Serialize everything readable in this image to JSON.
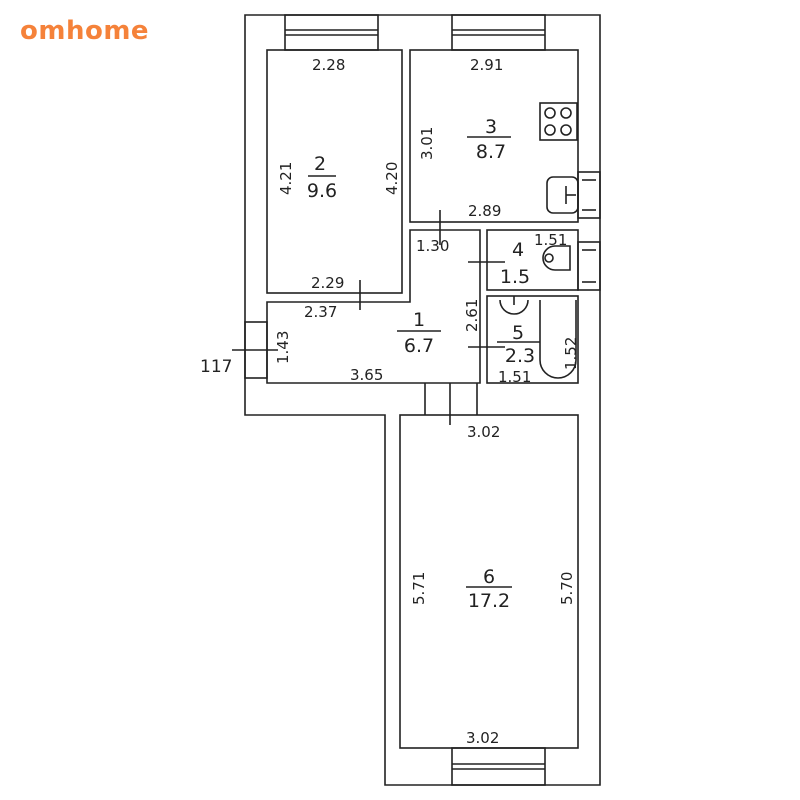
{
  "logo": "omhome",
  "rooms": [
    {
      "number": "1",
      "area": "6.7"
    },
    {
      "number": "2",
      "area": "9.6"
    },
    {
      "number": "3",
      "area": "8.7"
    },
    {
      "number": "4",
      "area": "1.5"
    },
    {
      "number": "5",
      "area": "2.3"
    },
    {
      "number": "6",
      "area": "17.2"
    }
  ],
  "dimensions": {
    "r2_top": "2.28",
    "r2_left": "4.21",
    "r2_right": "4.20",
    "r2_bottom": "2.29",
    "r3_top": "2.91",
    "r3_left": "3.01",
    "r3_bottom": "2.89",
    "r1_top": "1.30",
    "r1_upper": "2.37",
    "r1_side": "2.61",
    "r1_left": "1.43",
    "r1_bottom": "3.65",
    "r1_door": "117",
    "r4_top": "1.51",
    "r5_side": "1.52",
    "r5_bottom": "1.51",
    "r6_top": "3.02",
    "r6_left": "5.71",
    "r6_right": "5.70",
    "r6_bottom": "3.02"
  }
}
